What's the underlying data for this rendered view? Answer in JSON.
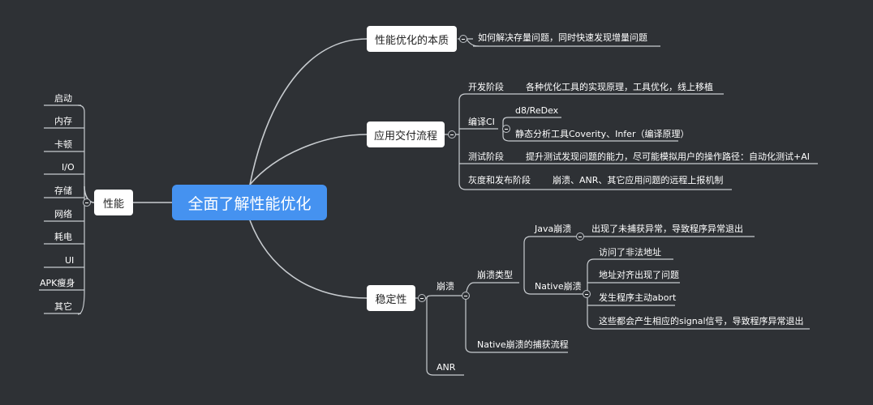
{
  "root": "全面了解性能优化",
  "left": {
    "label": "性能",
    "items": [
      "启动",
      "内存",
      "卡顿",
      "I/O",
      "存储",
      "网络",
      "耗电",
      "UI",
      "APK瘦身",
      "其它"
    ]
  },
  "b1": {
    "label": "性能优化的本质",
    "detail": "如何解决存量问题，同时快速发现增量问题"
  },
  "b2": {
    "label": "应用交付流程",
    "dev": "开发阶段",
    "dev_detail": "各种优化工具的实现原理，工具优化，线上移植",
    "ci": "编译CI",
    "ci_a": "d8/ReDex",
    "ci_b": "静态分析工具Coverity、Infer（编译原理）",
    "test": "测试阶段",
    "test_detail": "提升测试发现问题的能力，尽可能模拟用户的操作路径：自动化测试+AI",
    "gray": "灰度和发布阶段",
    "gray_detail": "崩溃、ANR、其它应用问题的远程上报机制"
  },
  "b3": {
    "label": "稳定性",
    "crash": "崩溃",
    "type": "崩溃类型",
    "java": "Java崩溃",
    "java_detail": "出现了未捕获异常，导致程序异常退出",
    "native": "Native崩溃",
    "n1": "访问了非法地址",
    "n2": "地址对齐出现了问题",
    "n3": "发生程序主动abort",
    "n4": "这些都会产生相应的signal信号，导致程序异常退出",
    "capture": "Native崩溃的捕获流程",
    "anr": "ANR"
  }
}
